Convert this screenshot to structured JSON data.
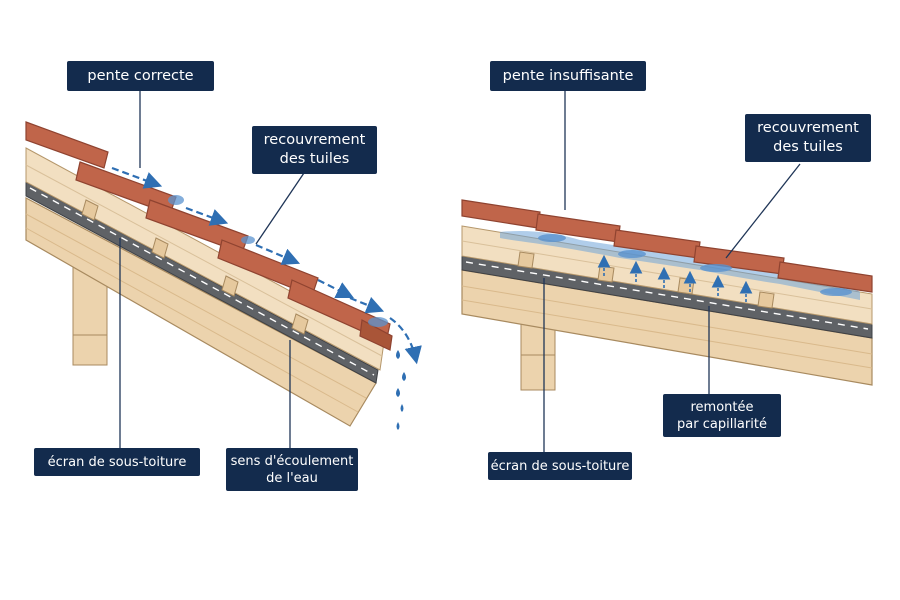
{
  "left_panel": {
    "slope_label": "pente correcte",
    "overlap_label_1": "recouvrement",
    "overlap_label_2": "des tuiles",
    "membrane_label": "écran de sous-toiture",
    "flow_label_1": "sens d'écoulement",
    "flow_label_2": "de l'eau"
  },
  "right_panel": {
    "slope_label": "pente insuffisante",
    "overlap_label_1": "recouvrement",
    "overlap_label_2": "des tuiles",
    "capillary_label_1": "remontée",
    "capillary_label_2": "par capillarité",
    "membrane_label": "écran de sous-toiture"
  },
  "colors": {
    "label_bg": "#132b4d",
    "label_text": "#ffffff",
    "tile": "#c0654a",
    "tile_dark": "#8f4330",
    "timber": "#ecd3ad",
    "timber_dark": "#d9b98b",
    "batten": "#f2dfc1",
    "membrane": "#5f6266",
    "water": "#2f6fb3",
    "leader": "#1f3557"
  }
}
